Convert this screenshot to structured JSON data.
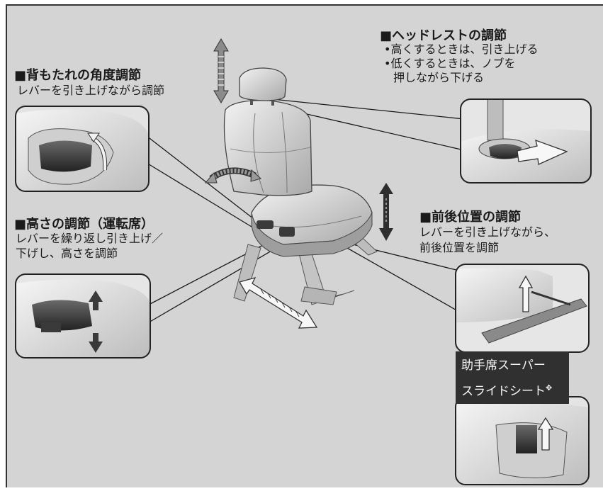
{
  "headrest": {
    "title": "■ヘッドレストの調節",
    "line1": "•高くするときは、引き上げる",
    "line2": "•低くするときは、ノブを",
    "line3": "押しながら下げる"
  },
  "recline": {
    "title": "■背もたれの角度調節",
    "line1": "レバーを引き上げながら調節"
  },
  "height": {
    "title": "■高さの調節（運転席）",
    "line1": "レバーを繰り返し引き上げ／",
    "line2": "下げし、高さを調節"
  },
  "slide": {
    "title": "■前後位置の調節",
    "line1": "レバーを引き上げながら、",
    "line2": "前後位置を調節"
  },
  "super_slide": {
    "line1": "助手席スーパー",
    "line2": "スライドシート",
    "mark": "✥"
  }
}
